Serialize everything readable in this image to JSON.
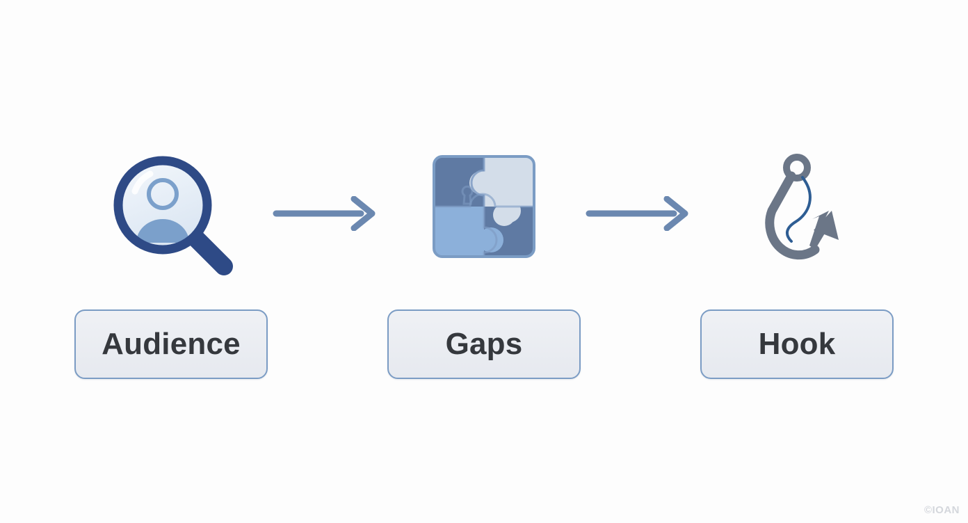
{
  "diagram": {
    "type": "flow",
    "background_color": "#fdfdfd",
    "direction": "left-to-right",
    "stages": [
      {
        "id": "audience",
        "label": "Audience",
        "icon": "magnifier-person-icon"
      },
      {
        "id": "gaps",
        "label": "Gaps",
        "icon": "puzzle-pieces-icon"
      },
      {
        "id": "hook",
        "label": "Hook",
        "icon": "fishing-hook-icon"
      }
    ],
    "connectors": [
      {
        "id": "arrow-1",
        "icon": "arrow-right-icon"
      },
      {
        "id": "arrow-2",
        "icon": "arrow-right-icon"
      }
    ]
  },
  "colors": {
    "box_border": "#7b9cc4",
    "box_fill": "#eceff4",
    "label_text": "#35383d",
    "arrow": "#6b88b0",
    "magnifier_frame": "#2e4a86",
    "lens_fill": "#eaf0f7",
    "person_fill": "#7ba0cb",
    "puzzle_dark": "#5f7aa3",
    "puzzle_mid": "#8cb0da",
    "puzzle_light": "#d3dde9",
    "hook_body": "#6b7687",
    "hook_line": "#2e5d93",
    "watermark": "#8a93a3"
  },
  "watermark": {
    "text": "©IOAN"
  }
}
